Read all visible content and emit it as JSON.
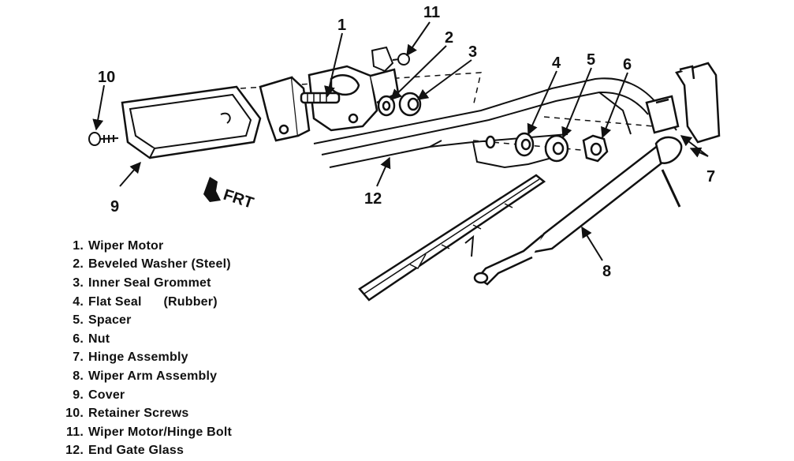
{
  "orientation_label": "FRT",
  "callouts": {
    "c1": "1",
    "c2": "2",
    "c3": "3",
    "c4": "4",
    "c5": "5",
    "c6": "6",
    "c7": "7",
    "c8": "8",
    "c9": "9",
    "c10": "10",
    "c11": "11",
    "c12": "12"
  },
  "legend": [
    {
      "num": "1.",
      "label": "Wiper Motor"
    },
    {
      "num": "2.",
      "label": "Beveled Washer (Steel)"
    },
    {
      "num": "3.",
      "label": "Inner Seal Grommet"
    },
    {
      "num": "4.",
      "label": "Flat Seal      (Rubber)"
    },
    {
      "num": "5.",
      "label": "Spacer"
    },
    {
      "num": "6.",
      "label": "Nut"
    },
    {
      "num": "7.",
      "label": "Hinge Assembly"
    },
    {
      "num": "8.",
      "label": "Wiper Arm Assembly"
    },
    {
      "num": "9.",
      "label": "Cover"
    },
    {
      "num": "10.",
      "label": "Retainer Screws"
    },
    {
      "num": "11.",
      "label": "Wiper Motor/Hinge Bolt"
    },
    {
      "num": "12.",
      "label": "End Gate Glass"
    }
  ]
}
